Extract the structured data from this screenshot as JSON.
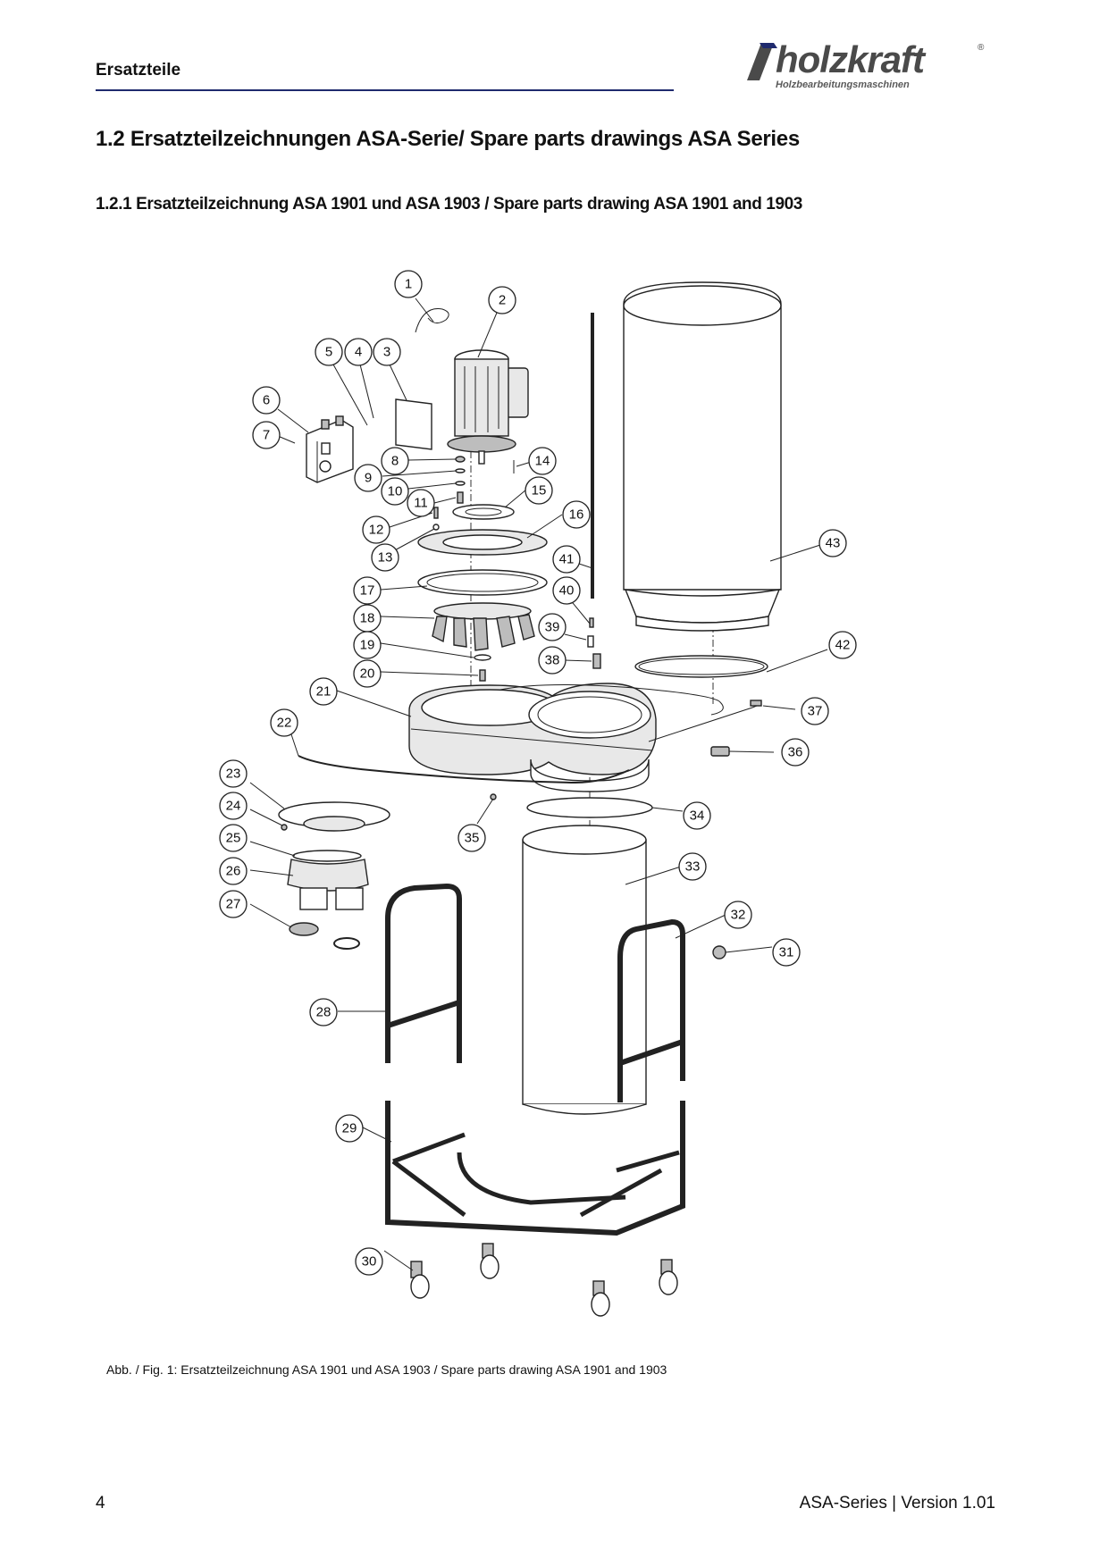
{
  "header": {
    "section_label": "Ersatzteile",
    "logo_text": "holzkraft",
    "logo_tagline": "Holzbearbeitungsmaschinen",
    "logo_registered": "®"
  },
  "headings": {
    "h1": "1.2   Ersatzteilzeichnungen ASA-Serie/ Spare parts drawings ASA Series",
    "h2": "1.2.1  Ersatzteilzeichnung ASA 1901 und ASA 1903 / Spare parts drawing ASA 1901 and 1903"
  },
  "drawing": {
    "callouts": [
      "1",
      "2",
      "3",
      "4",
      "5",
      "6",
      "7",
      "8",
      "9",
      "10",
      "11",
      "12",
      "13",
      "14",
      "15",
      "16",
      "17",
      "18",
      "19",
      "20",
      "21",
      "22",
      "23",
      "24",
      "25",
      "26",
      "27",
      "28",
      "29",
      "30",
      "31",
      "32",
      "33",
      "34",
      "35",
      "36",
      "37",
      "38",
      "39",
      "40",
      "41",
      "42",
      "43"
    ]
  },
  "caption": "Abb. / Fig. 1:  Ersatzteilzeichnung ASA 1901 und ASA 1903 / Spare parts drawing ASA 1901 and 1903",
  "footer": {
    "page_number": "4",
    "doc_version": "ASA-Series | Version 1.01"
  },
  "colors": {
    "header_rule": "#1f2a6e",
    "logo_grey": "#4a4a4a"
  }
}
